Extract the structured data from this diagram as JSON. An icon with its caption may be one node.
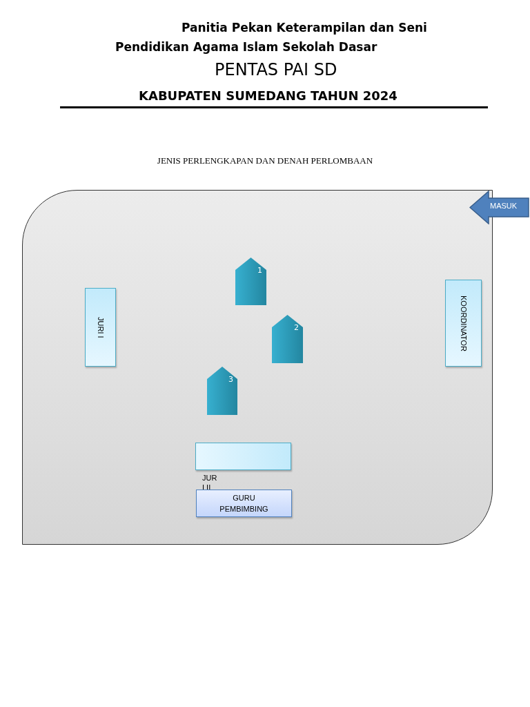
{
  "diagram": {
    "title": "JENIS PERLENGKAPAN DAN DENAH PERLOMBAAN",
    "nodes": [
      {
        "text": [],
        "shape": "box"
      },
      {
        "text": [
          "MASUK"
        ]
      },
      {
        "text": [
          "1"
        ],
        "in": 0
      },
      {
        "text": [
          "JURI I"
        ],
        "in": 0
      },
      {
        "text": [
          "KOORDINATOR"
        ],
        "in": 0
      },
      {
        "text": [
          "2"
        ],
        "in": 0
      },
      {
        "text": [
          "3"
        ],
        "in": 0
      },
      {
        "text": [
          "JUR I II"
        ],
        "in": 0
      },
      {
        "text": [
          "GURU PEMBIMBING"
        ],
        "in": 0
      }
    ],
    "edges": [],
    "labels": [
      "Panitia Pekan Keterampilan dan Seni",
      "Pendidikan Agama Islam Sekolah Dasar",
      "PENTAS PAI SD",
      "KABUPATEN SUMEDANG TAHUN 2024"
    ]
  }
}
